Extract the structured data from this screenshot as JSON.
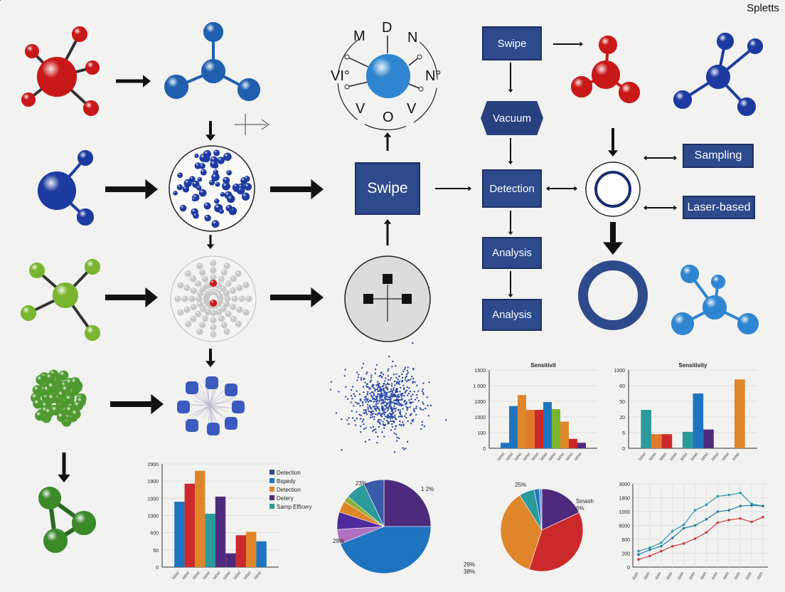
{
  "corner_label": "Spletts",
  "sphere_labels": [
    "M",
    "D",
    "N",
    "VI°",
    "N°",
    "V",
    "O",
    "V"
  ],
  "flow": {
    "swipe_top": "Swipe",
    "vacuum": "Vacuum",
    "detection": "Detection",
    "analysis_1": "Analysis",
    "analysis_2": "Analysis",
    "swipe_main": "Swipe",
    "sampling": "Sampling",
    "laser": "Laser-based"
  },
  "colors": {
    "box": "#2d4a8c",
    "red": "#d42020",
    "navy": "#1f3d9a",
    "blue": "#2f86d0",
    "green": "#7ab530",
    "dark_green": "#3a8a2a",
    "orange": "#e0862a",
    "teal": "#2a9a9a",
    "purple": "#4e2a7e"
  },
  "chart_data": [
    {
      "type": "bar",
      "title": "Sensitivit",
      "yticks": [
        "0",
        "100",
        "1000",
        "1000",
        "1 000",
        "1500"
      ],
      "values": [
        0.35,
        2.7,
        3.4,
        2.45,
        2.45,
        2.95,
        2.5,
        1.7,
        0.6,
        0.35
      ],
      "colors": [
        "#1f74c0",
        "#1f74c0",
        "#e0862a",
        "#e07a2a",
        "#cc2a2a",
        "#1f74c0",
        "#7ab530",
        "#e0862a",
        "#cc2a2a",
        "#4e2a7e"
      ]
    },
    {
      "type": "bar",
      "title": "Sensitivity",
      "yticks": [
        "0",
        "5",
        "20",
        "50",
        "60",
        "1000"
      ],
      "values": [
        2.45,
        0.9,
        0.9,
        null,
        1.05,
        3.5,
        1.2,
        null,
        null,
        4.4
      ],
      "colors": [
        "#2a9a9a",
        "#e07a2a",
        "#cc2a2a",
        null,
        "#2a9a9a",
        "#1f74c0",
        "#4e2a7e",
        null,
        null,
        "#e0862a"
      ]
    },
    {
      "type": "bar",
      "yticks": [
        "0",
        "50",
        "600",
        "1000",
        "1000",
        "1900",
        "2900"
      ],
      "values": [
        3.8,
        4.85,
        5.6,
        3.1,
        4.1,
        0.8,
        1.85,
        2.05,
        1.5
      ],
      "colors": [
        "#1f74c0",
        "#cc2a2a",
        "#e0862a",
        "#2a9a9a",
        "#4e2a7e",
        "#4e2a7e",
        "#cc2a2a",
        "#e0862a",
        "#1f74c0"
      ],
      "legend": [
        {
          "label": "Detection",
          "color": "#2d4a8c"
        },
        {
          "label": "Bspedy",
          "color": "#1f74c0"
        },
        {
          "label": "Detection",
          "color": "#e0862a"
        },
        {
          "label": "Detery",
          "color": "#4e2a7e"
        },
        {
          "label": "Samp Efficery",
          "color": "#2a9a9a"
        }
      ],
      "legend_placement": "top-right"
    },
    {
      "type": "pie",
      "slices": [
        {
          "value": 25,
          "color": "#4e2a7e"
        },
        {
          "value": 44,
          "color": "#1f74c0"
        },
        {
          "value": 5,
          "color": "#b070c0"
        },
        {
          "value": 6,
          "color": "#4e2a9e"
        },
        {
          "value": 4,
          "color": "#e0862a"
        },
        {
          "value": 2,
          "color": "#8ab030"
        },
        {
          "value": 7,
          "color": "#2a9a9a"
        },
        {
          "value": 7,
          "color": "#3a5aaa"
        }
      ],
      "labels": [
        "23%",
        "1 2%",
        "29%"
      ]
    },
    {
      "type": "pie",
      "slices": [
        {
          "value": 18,
          "color": "#4e2a7e"
        },
        {
          "value": 37,
          "color": "#cc2a2a"
        },
        {
          "value": 36,
          "color": "#e0862a"
        },
        {
          "value": 6,
          "color": "#2a9a9a"
        },
        {
          "value": 2,
          "color": "#1f74c0"
        },
        {
          "value": 1,
          "color": "#6a9ad0"
        }
      ],
      "labels": [
        "25%",
        "Smash\n6%",
        "29%\n38%"
      ]
    },
    {
      "type": "line",
      "yticks": [
        "0",
        "200",
        "600",
        "8000",
        "1000",
        "1800",
        "3000"
      ],
      "grid": true,
      "series": [
        {
          "color": "#2a9ab0",
          "values": [
            1.15,
            1.4,
            1.75,
            2.6,
            3.05,
            4.1,
            4.5,
            5.1,
            5.2,
            5.35,
            4.55,
            4.4
          ]
        },
        {
          "color": "#2a7aa0",
          "values": [
            0.9,
            1.25,
            1.5,
            2.1,
            2.8,
            3.0,
            3.45,
            4.0,
            4.1,
            4.4,
            4.45,
            4.4
          ]
        },
        {
          "color": "#cc3a3a",
          "values": [
            0.55,
            0.8,
            1.15,
            1.5,
            1.7,
            2.05,
            2.5,
            3.2,
            3.4,
            3.5,
            3.25,
            3.6
          ]
        }
      ]
    }
  ]
}
